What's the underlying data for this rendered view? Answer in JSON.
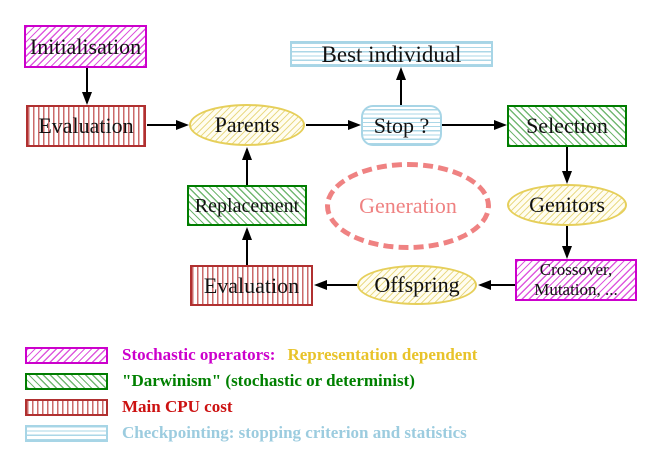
{
  "diagram": {
    "nodes": {
      "initialisation": {
        "label": "Initialisation"
      },
      "evaluation_top": {
        "label": "Evaluation"
      },
      "parents": {
        "label": "Parents"
      },
      "best_individual": {
        "label": "Best individual"
      },
      "stop": {
        "label": "Stop ?"
      },
      "selection": {
        "label": "Selection"
      },
      "genitors": {
        "label": "Genitors"
      },
      "crossover_mutation": {
        "line1": "Crossover,",
        "line2": "Mutation, ..."
      },
      "offspring": {
        "label": "Offspring"
      },
      "evaluation_bottom": {
        "label": "Evaluation"
      },
      "replacement": {
        "label": "Replacement"
      },
      "generation": {
        "label": "Generation"
      }
    },
    "colors": {
      "magenta": "#cc00cc",
      "green": "#007d00",
      "red_border": "#b03030",
      "red_text": "#cc1111",
      "cyan": "#a7d5e6",
      "cyan_text": "#9cccdf",
      "yellow_border": "#e6cf5a",
      "salmon": "#ef8282",
      "gold_text": "#e8c32a",
      "green_text": "#008000"
    },
    "legend": {
      "rows": [
        {
          "swatch": "magenta-hatch",
          "text": "Stochastic operators:",
          "text2": "Representation dependent"
        },
        {
          "swatch": "green-hatch",
          "text": "\"Darwinism\" (stochastic or determinist)"
        },
        {
          "swatch": "red-stripes",
          "text": "Main CPU cost"
        },
        {
          "swatch": "cyan-stripes",
          "text": "Checkpointing: stopping criterion and statistics"
        }
      ]
    }
  }
}
